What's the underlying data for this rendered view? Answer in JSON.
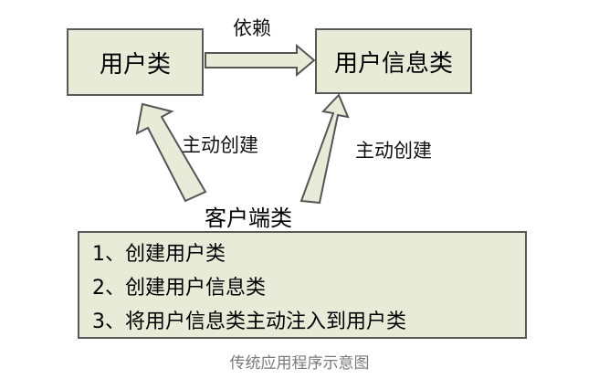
{
  "nodes": {
    "user_class": {
      "label": "用户类"
    },
    "user_info_class": {
      "label": "用户信息类"
    },
    "client_class": {
      "label": "客户端类"
    }
  },
  "edges": {
    "dependency": {
      "label": "依赖"
    },
    "create_left": {
      "label": "主动创建"
    },
    "create_right": {
      "label": "主动创建"
    }
  },
  "steps_box": {
    "items": [
      "1、创建用户类",
      "2、创建用户信息类",
      "3、将用户信息类主动注入到用户类"
    ]
  },
  "caption": "传统应用程序示意图",
  "colors": {
    "box_fill": "#e9ebd9",
    "box_stroke": "#595959",
    "arrow_fill": "#e9ebd9",
    "arrow_stroke": "#555555",
    "caption": "#7a7a7a"
  }
}
